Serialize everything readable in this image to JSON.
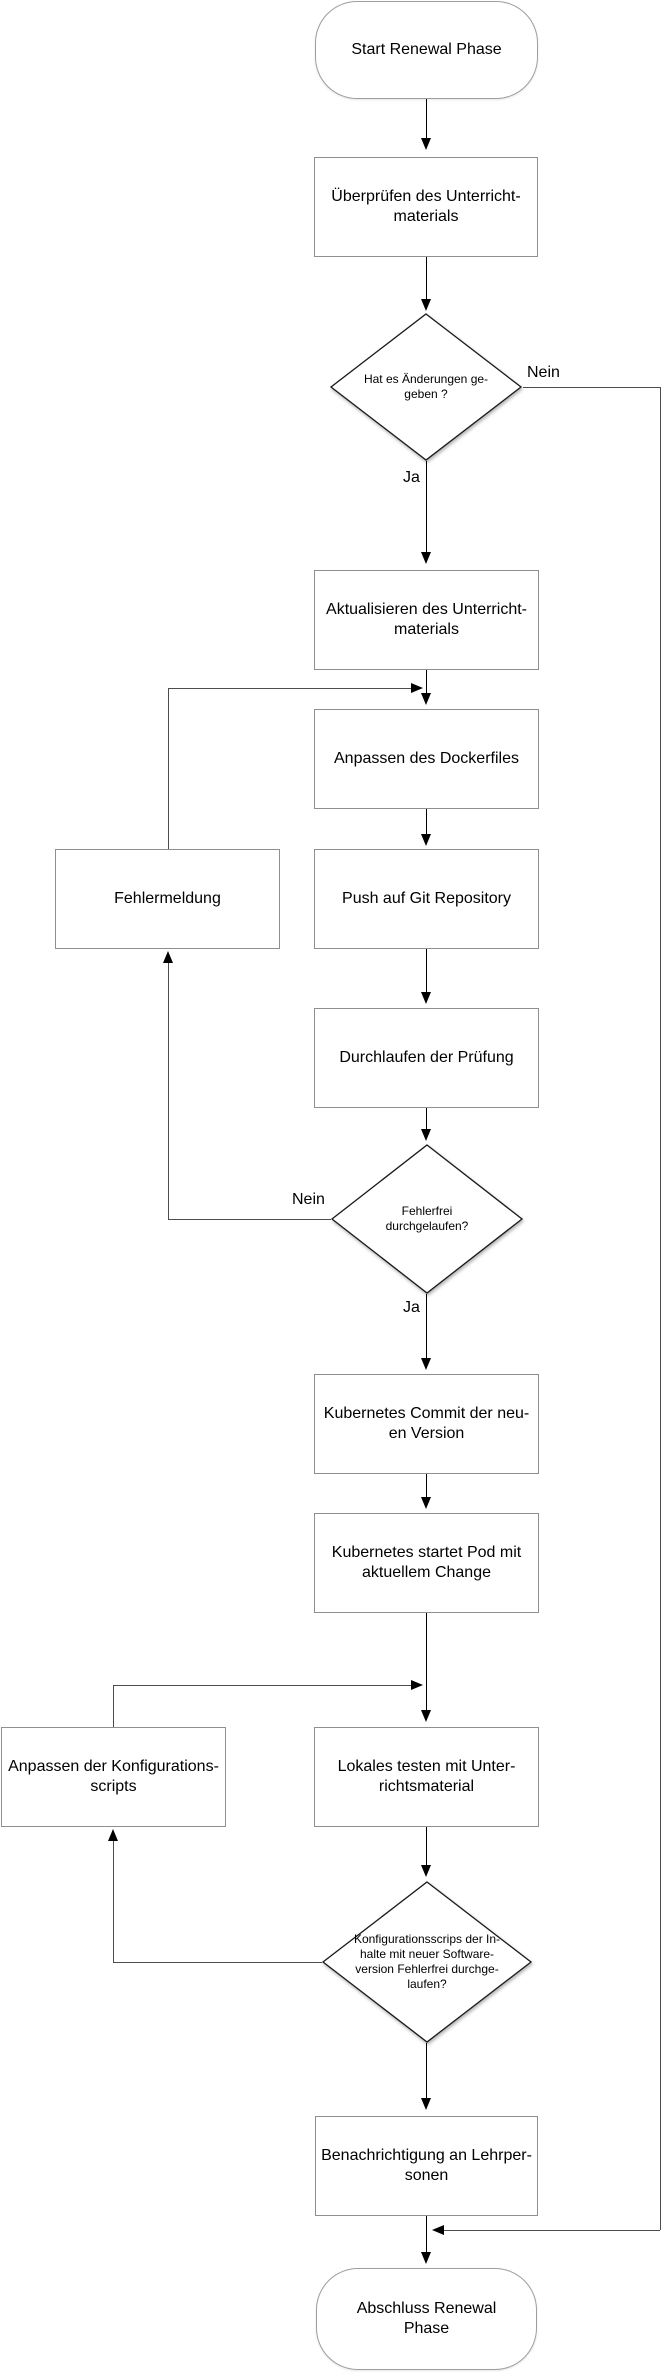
{
  "nodes": {
    "start": {
      "lines": [
        "Start Renewal Phase"
      ]
    },
    "check_material": {
      "lines": [
        "Überprüfen des Unterricht-",
        "materials"
      ]
    },
    "changes_decision": {
      "lines": [
        "Hat es Änderungen ge-",
        "geben ?"
      ]
    },
    "update_material": {
      "lines": [
        "Aktualisieren des Unterricht-",
        "materials"
      ]
    },
    "adjust_dockerfile": {
      "lines": [
        "Anpassen des Dockerfiles"
      ]
    },
    "error_message": {
      "lines": [
        "Fehlermeldung"
      ]
    },
    "push_git": {
      "lines": [
        "Push auf Git Repository"
      ]
    },
    "run_check": {
      "lines": [
        "Durchlaufen der Prüfung"
      ]
    },
    "check_decision": {
      "lines": [
        "Fehlerfrei",
        "durchgelaufen?"
      ]
    },
    "k8s_commit": {
      "lines": [
        "Kubernetes Commit der neu-",
        "en Version"
      ]
    },
    "k8s_start_pod": {
      "lines": [
        "Kubernetes startet Pod mit",
        "aktuellem Change"
      ]
    },
    "adjust_config": {
      "lines": [
        "Anpassen der Konfigurations-",
        "scripts"
      ]
    },
    "local_test": {
      "lines": [
        "Lokales testen mit Unter-",
        "richtsmaterial"
      ]
    },
    "config_decision": {
      "lines": [
        "Konfigurationsscrips der In-",
        "halte mit neuer Software-",
        "version Fehlerfrei durchge-",
        "laufen?"
      ]
    },
    "notify_teachers": {
      "lines": [
        "Benachrichtigung an Lehrper-",
        "sonen"
      ]
    },
    "end": {
      "lines": [
        "Abschluss Renewal",
        "Phase"
      ]
    }
  },
  "edge_labels": {
    "changes_no": "Nein",
    "changes_yes": "Ja",
    "check_no": "Nein",
    "check_yes": "Ja"
  },
  "colors": {
    "background": "#ffffff",
    "rect_border": "#8f8f8f",
    "terminal_border": "#9e9e9e",
    "diamond_border": "#1a1a1a",
    "arrow": "#000000",
    "elbow_line": "#4d4d4d",
    "text": "#000000"
  }
}
